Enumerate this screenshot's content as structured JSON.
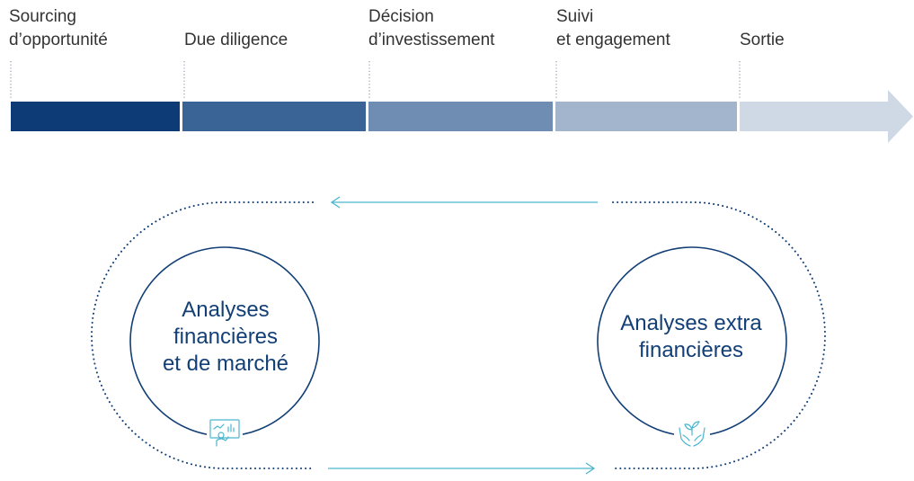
{
  "process": {
    "stages": [
      {
        "label": "Sourcing\nd’opportunité",
        "color": "#0d3b75"
      },
      {
        "label": "Due diligence",
        "color": "#3a6495"
      },
      {
        "label": "Décision\nd’investissement",
        "color": "#6f8db3"
      },
      {
        "label": "Suivi\net engagement",
        "color": "#a3b5cd"
      },
      {
        "label": "Sortie",
        "color": "#cfd9e5"
      }
    ]
  },
  "cycle": {
    "left_circle": {
      "label": "Analyses\nfinancières\net de marché",
      "icon": "chart-presentation-icon"
    },
    "right_circle": {
      "label": "Analyses extra\nfinancières",
      "icon": "hands-plant-icon"
    },
    "arrow_color": "#4bb6d0",
    "circle_color": "#123f76"
  }
}
